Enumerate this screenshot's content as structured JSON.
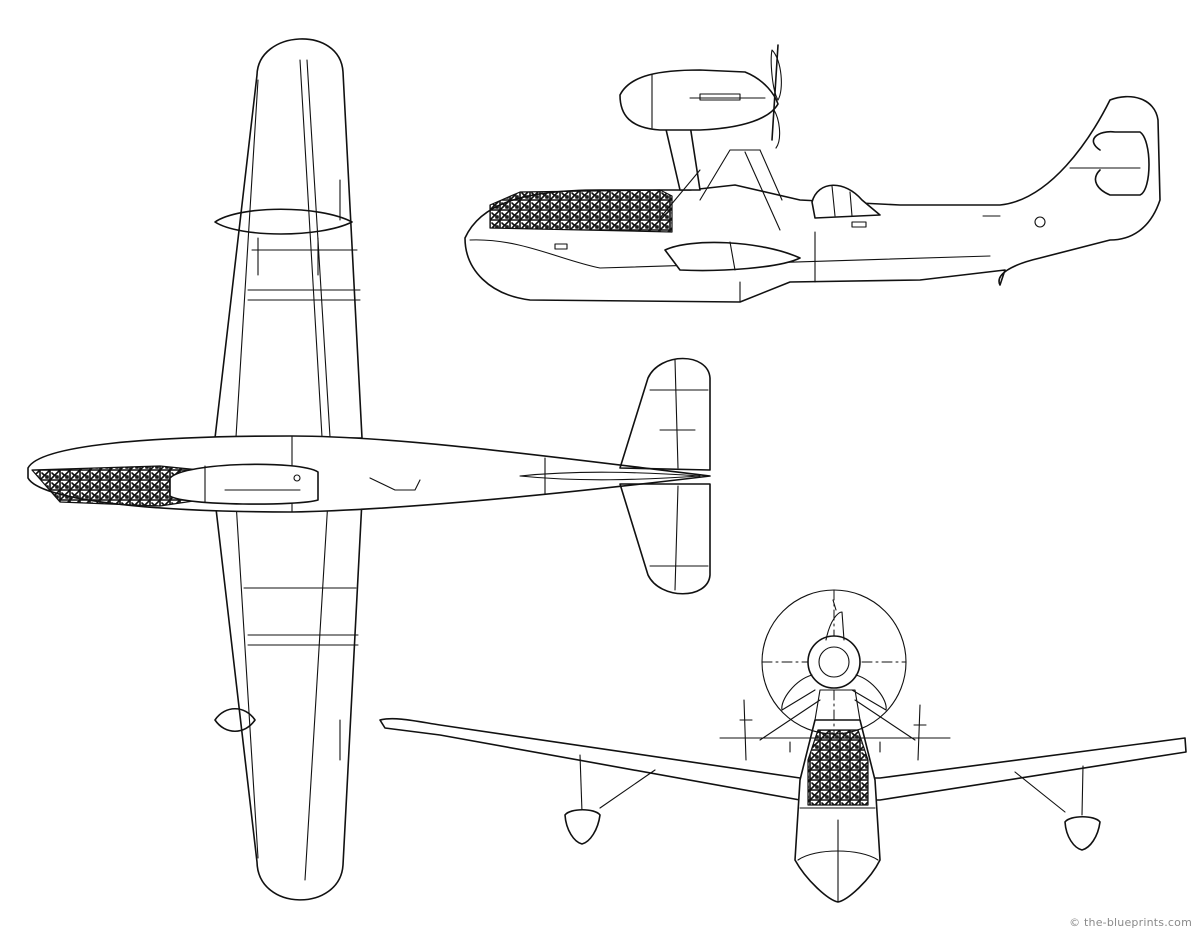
{
  "watermark": {
    "text": "© the-blueprints.com"
  },
  "drawing": {
    "views": [
      "plan-view",
      "side-view",
      "front-view"
    ],
    "line_color": "#111111",
    "background": "#ffffff"
  }
}
